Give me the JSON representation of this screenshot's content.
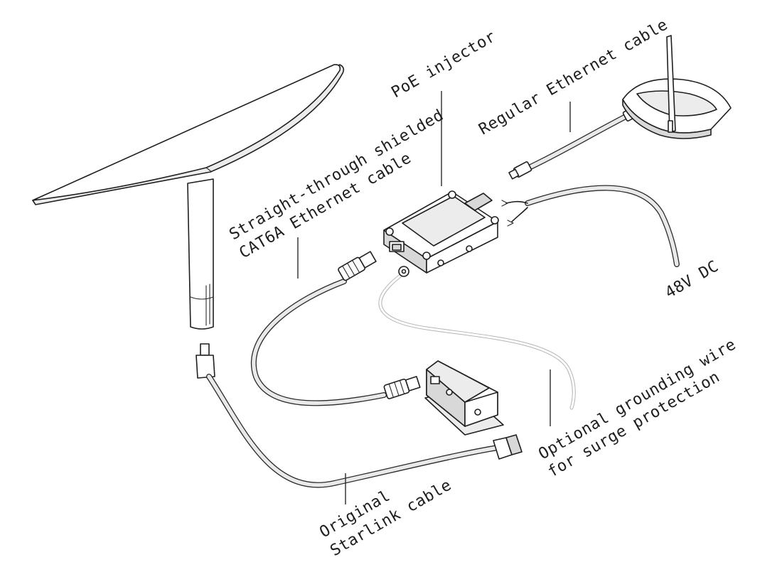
{
  "labels": {
    "poe_injector": "PoE injector",
    "regular_ethernet_cable": "Regular Ethernet cable",
    "shielded_cable_line1": "Straight-through shielded",
    "shielded_cable_line2": "CAT6A Ethernet cable",
    "dc_48v": "48V DC",
    "grounding_wire_line1": "Optional grounding wire",
    "grounding_wire_line2": "for surge protection",
    "starlink_cable_line1": "Original",
    "starlink_cable_line2": "Starlink cable"
  },
  "colors": {
    "ink": "#1f1f1f",
    "cable_fill": "#e9e9e9",
    "grounding_wire": "#b5b5b5",
    "background": "#ffffff"
  }
}
